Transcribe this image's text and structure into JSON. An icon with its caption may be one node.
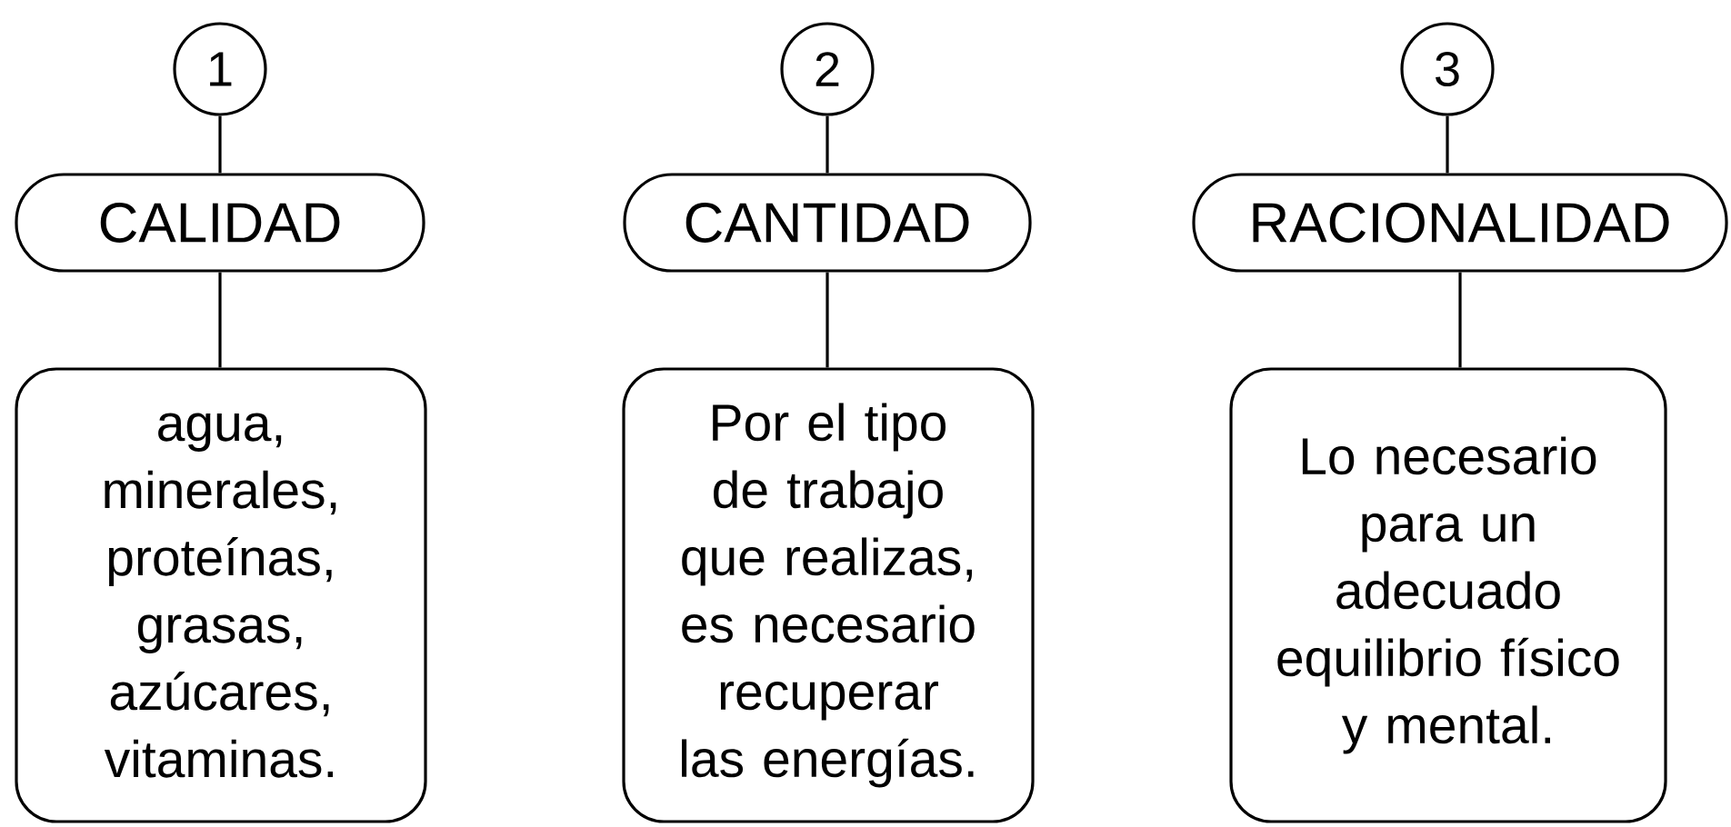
{
  "diagram": {
    "nodes": [
      {
        "text": [
          "1"
        ]
      },
      {
        "text": [
          "CALIDAD"
        ]
      },
      {
        "text": [
          "agua, minerales, proteínas, grasas, azúcares, vitaminas."
        ]
      },
      {
        "text": [
          "2"
        ]
      },
      {
        "text": [
          "CANTIDAD"
        ]
      },
      {
        "text": [
          "Por el tipo de trabajo que realizas, es necesario recuperar las energías."
        ]
      },
      {
        "text": [
          "3"
        ]
      },
      {
        "text": [
          "RACIONALIDAD"
        ]
      },
      {
        "text": [
          "Lo necesario para un adecuado equilibrio físico y mental."
        ]
      }
    ],
    "edges": [
      {
        "from": 0,
        "to": 1,
        "arrow": "none"
      },
      {
        "from": 1,
        "to": 2,
        "arrow": "none"
      },
      {
        "from": 3,
        "to": 4,
        "arrow": "none"
      },
      {
        "from": 4,
        "to": 5,
        "arrow": "none"
      },
      {
        "from": 6,
        "to": 7,
        "arrow": "none"
      },
      {
        "from": 7,
        "to": 8,
        "arrow": "none"
      }
    ]
  }
}
